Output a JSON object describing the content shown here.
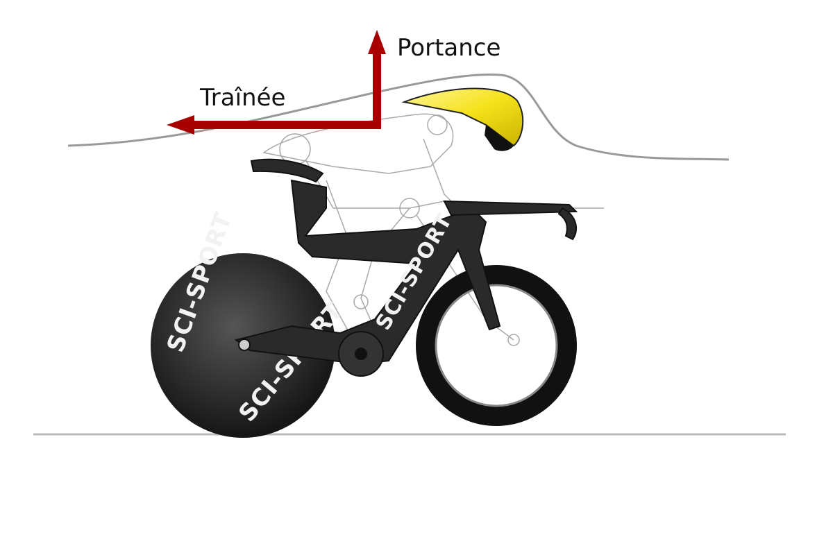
{
  "labels": {
    "lift": "Portance",
    "drag": "Traînée"
  },
  "brand": "SCI-SPORT",
  "colors": {
    "arrow": "#a80000",
    "helmet": "#f5e21a",
    "flow_line": "#999999",
    "ground": "#bbbbbb",
    "frame": "#2a2a2a"
  }
}
